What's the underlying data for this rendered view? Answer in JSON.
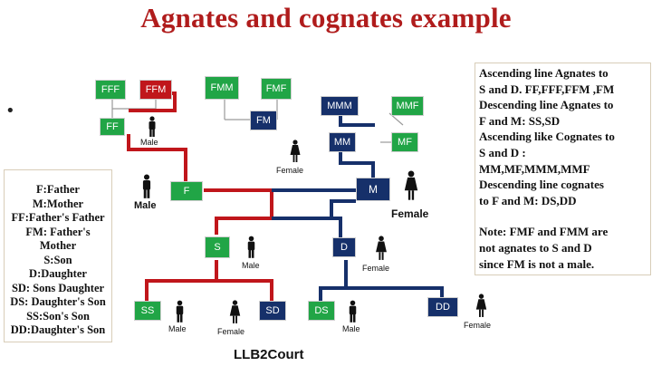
{
  "title": "Agnates and cognates example",
  "bullet": "•",
  "colors": {
    "agnate_line": "#c0161b",
    "cognate_line": "#16306a",
    "green_box": "#21a546",
    "navy_box": "#16306a",
    "red_box": "#c0161b",
    "title": "#b01c1c"
  },
  "boxes": {
    "fff": "FFF",
    "ffm": "FFM",
    "fmm": "FMM",
    "fmf": "FMF",
    "ff": "FF",
    "fm": "FM",
    "mmm": "MMM",
    "mmf": "MMF",
    "mm": "MM",
    "mf": "MF",
    "f": "F",
    "m": "M",
    "s": "S",
    "d": "D",
    "ss": "SS",
    "sd": "SD",
    "ds": "DS",
    "dd": "DD"
  },
  "figure_labels": {
    "ff_male": "Male",
    "fm_female": "Female",
    "f_male": "Male",
    "m_female": "Female",
    "s_male": "Male",
    "d_female": "Female",
    "ss_male": "Male",
    "sd_female": "Female",
    "ds_male": "Male",
    "dd_female": "Female"
  },
  "legend": [
    "F:Father",
    "M:Mother",
    "FF:Father's Father",
    "FM: Father's",
    "Mother",
    "S:Son",
    "D:Daughter",
    "SD: Sons Daughter",
    "DS: Daughter's Son",
    "SS:Son's Son",
    "DD:Daughter's Son"
  ],
  "note_lines": [
    "Ascending line Agnates to",
    "S and D. FF,FFF,FFM ,FM",
    "Descending line Agnates to",
    "F and M: SS,SD",
    "Ascending like Cognates to",
    "S and D :",
    "MM,MF,MMM,MMF",
    "Descending line cognates",
    "to F and M: DS,DD"
  ],
  "note_footer": [
    "Note: FMF and FMM are",
    "not agnates to S and D",
    "since FM is not a male."
  ],
  "credit": "LLB2Court"
}
